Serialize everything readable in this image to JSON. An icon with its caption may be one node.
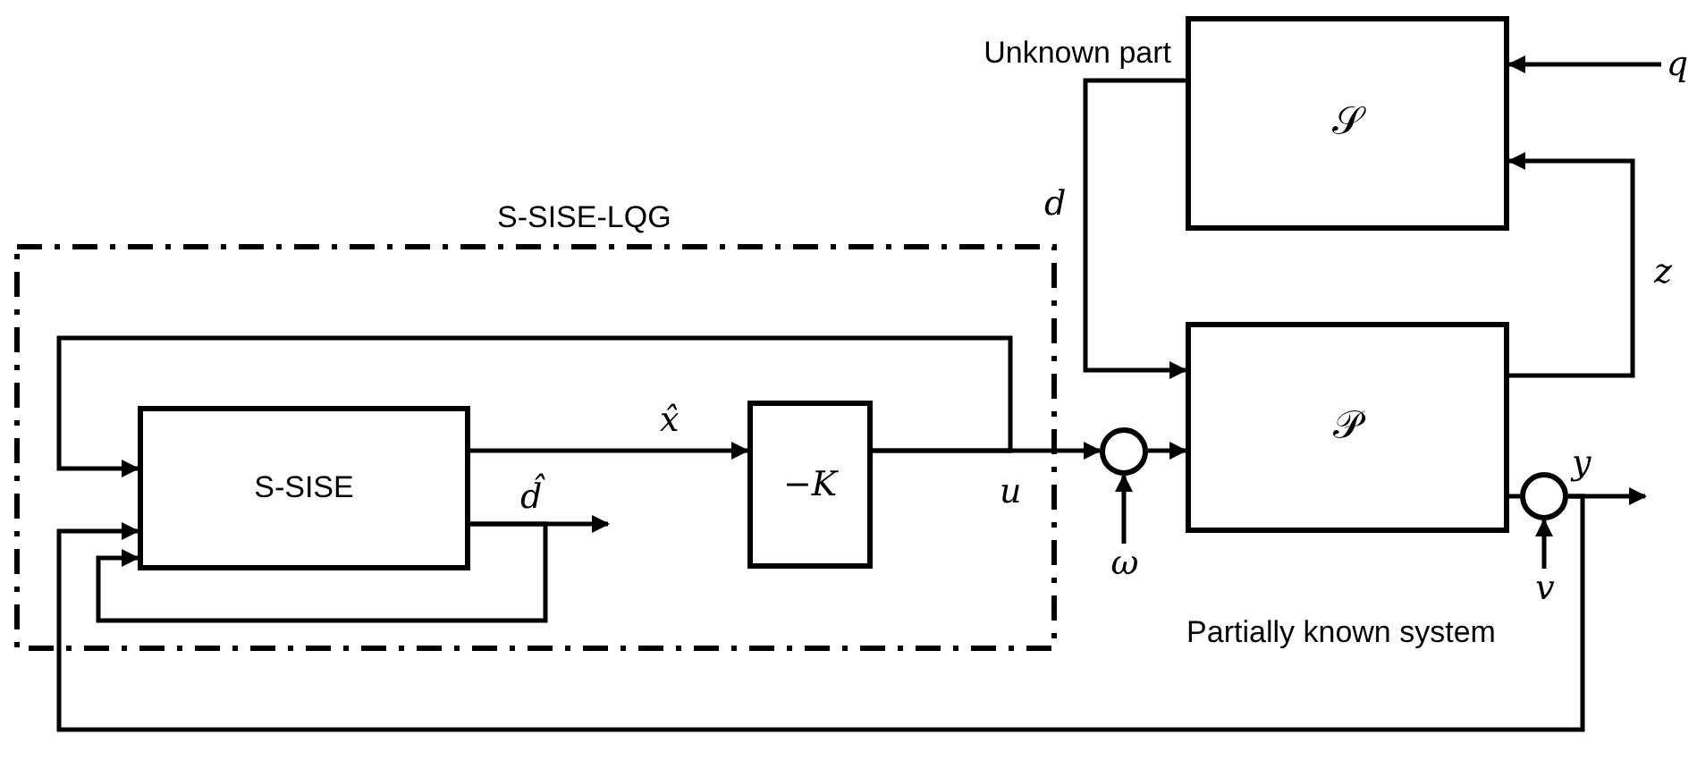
{
  "diagram": {
    "nodes": [
      {
        "text": [
          "S-SISE-LQG"
        ]
      },
      {
        "text": [
          "S-SISE"
        ],
        "in": 0
      },
      {
        "text": [
          "−K"
        ],
        "in": 0
      },
      {
        "text": [
          "𝒮"
        ],
        "beside": [
          "Unknown part"
        ]
      },
      {
        "text": [
          "𝒫"
        ]
      },
      {
        "text": [],
        "shape": "circle"
      },
      {
        "text": [],
        "shape": "circle"
      },
      {
        "text": [
          "ω"
        ]
      },
      {
        "text": [
          "v"
        ]
      },
      {
        "text": [
          "q"
        ]
      }
    ],
    "edges": [
      {
        "from": 2,
        "to": 5,
        "arrow": "to",
        "label": "u"
      },
      {
        "from": 2,
        "to": 1,
        "arrow": "to"
      },
      {
        "from": 1,
        "to": 2,
        "arrow": "to",
        "label": "x̂"
      },
      {
        "from": 1,
        "to": null,
        "arrow": "to",
        "label": "d̂"
      },
      {
        "from": 1,
        "to": 1,
        "arrow": "to"
      },
      {
        "from": 5,
        "to": 4,
        "arrow": "to"
      },
      {
        "from": 3,
        "to": 4,
        "arrow": "to",
        "label": "d"
      },
      {
        "from": 4,
        "to": 3,
        "arrow": "to",
        "label": "z"
      },
      {
        "from": 9,
        "to": 3,
        "arrow": "to"
      },
      {
        "from": 4,
        "to": 6,
        "arrow": "none"
      },
      {
        "from": 6,
        "to": null,
        "arrow": "to",
        "label": "y"
      },
      {
        "from": 6,
        "to": 1,
        "arrow": "to"
      },
      {
        "from": 8,
        "to": 6,
        "arrow": "to"
      },
      {
        "from": 7,
        "to": 5,
        "arrow": "to"
      }
    ],
    "labels": [
      "Partially known system"
    ]
  }
}
